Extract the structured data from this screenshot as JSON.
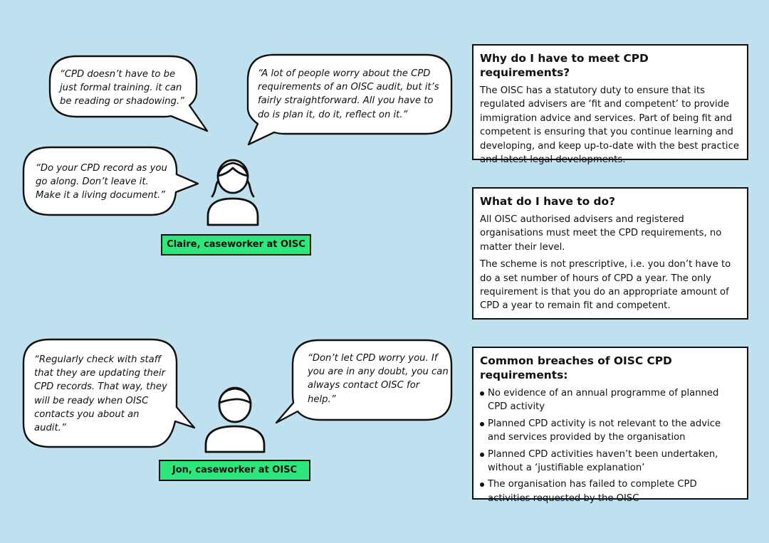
{
  "people": [
    {
      "name": "Claire, caseworker at OISC",
      "avatar": "woman-avatar-icon",
      "quotes": [
        "“CPD doesn’t have to be just formal training. it can be reading or shadowing.”",
        "“A lot of people worry about the CPD requirements of an OISC audit, but it’s fairly straightforward. All you have to do is plan it, do it, reflect on it.”",
        "“Do your CPD record as you go along. Don’t leave it. Make it a living document.”"
      ]
    },
    {
      "name": "Jon, caseworker at OISC",
      "avatar": "man-avatar-icon",
      "quotes": [
        "“Regularly check with staff that they are updating their CPD records. That way, they will be ready when OISC contacts you about an audit.”",
        "“Don’t let CPD worry you. If you are in any doubt, you can always contact OISC for help.”"
      ]
    }
  ],
  "info_boxes": [
    {
      "title": "Why do I have to meet CPD requirements?",
      "paragraphs": [
        "The OISC has a statutory duty to ensure that its regulated advisers are ‘fit and competent’ to provide immigration advice and services. Part of being fit and competent is ensuring that you continue learning and developing, and keep up-to-date with the best practice and latest legal developments."
      ]
    },
    {
      "title": "What do I have to do?",
      "paragraphs": [
        "All OISC authorised advisers and registered organisations must meet the CPD requirements, no matter their level.",
        "The scheme is not prescriptive, i.e. you don’t have to do a set number of hours of CPD a year. The only requirement is that you do an appropriate amount of CPD a year to remain fit and competent."
      ]
    },
    {
      "title": "Common breaches of OISC CPD requirements:",
      "bullets": [
        "No evidence of an annual programme of planned CPD activity",
        "Planned CPD activity is not relevant to the advice and services provided by the organisation",
        "Planned CPD activities haven’t been undertaken, without a ‘justifiable explanation’",
        "The organisation has failed to complete CPD activities requested by the OISC"
      ]
    }
  ],
  "colors": {
    "background": "#bfe0ef",
    "name_tag": "#2de67c",
    "outline": "#111111"
  }
}
